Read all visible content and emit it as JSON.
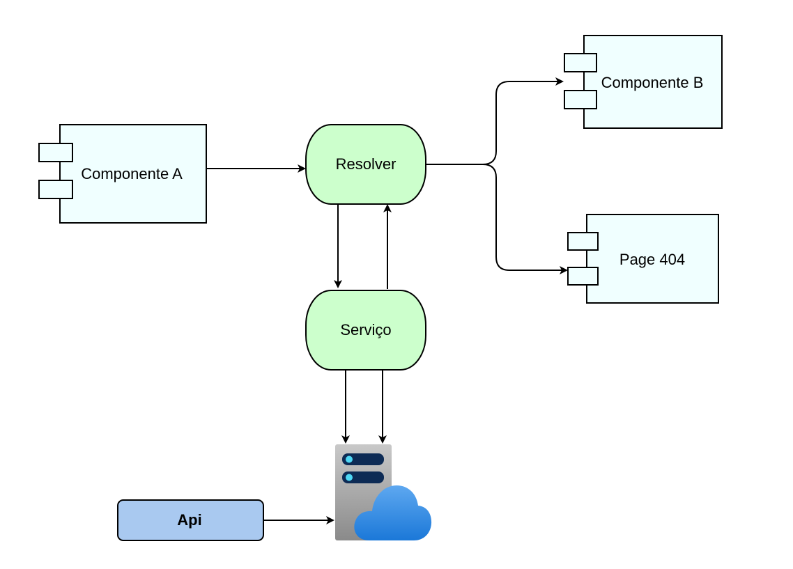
{
  "diagram": {
    "nodes": {
      "componente_a": {
        "label": "Componente A"
      },
      "resolver": {
        "label": "Resolver"
      },
      "componente_b": {
        "label": "Componente B"
      },
      "page_404": {
        "label": "Page 404"
      },
      "servico": {
        "label": "Serviço"
      },
      "api": {
        "label": "Api"
      },
      "server": {
        "icon": "cloud-server-icon"
      }
    },
    "edges": [
      {
        "from": "Componente A",
        "to": "Resolver"
      },
      {
        "from": "Resolver",
        "to": "Componente B"
      },
      {
        "from": "Resolver",
        "to": "Page 404"
      },
      {
        "from": "Resolver",
        "to": "Serviço"
      },
      {
        "from": "Serviço",
        "to": "Resolver"
      },
      {
        "from": "Serviço",
        "to": "cloud-server"
      },
      {
        "from": "Serviço",
        "to": "cloud-server"
      },
      {
        "from": "Api",
        "to": "cloud-server"
      }
    ],
    "colors": {
      "component_fill": "#F0FFFF",
      "process_fill": "#CCFFCC",
      "api_fill": "#A9C9F0",
      "stroke": "#000000"
    }
  }
}
